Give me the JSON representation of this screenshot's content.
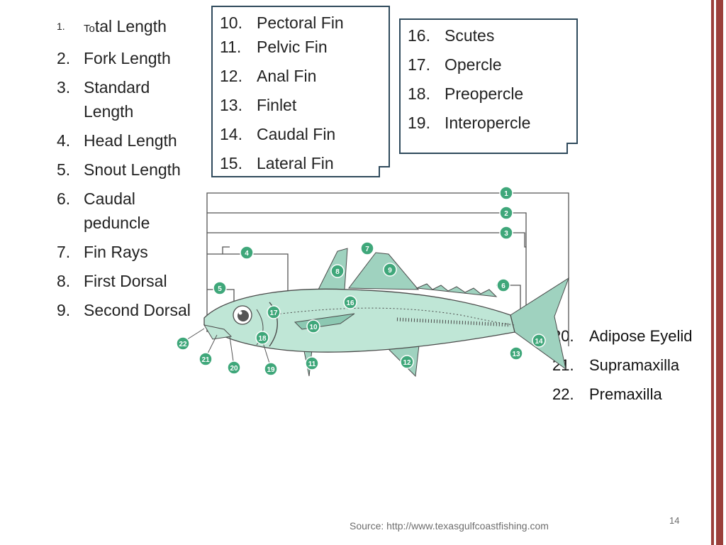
{
  "left_list": [
    {
      "num": "1.",
      "label_small": "To",
      "label": "tal Length"
    },
    {
      "num": "2.",
      "label": "Fork Length"
    },
    {
      "num": "3.",
      "label": "Standard Length"
    },
    {
      "num": "4.",
      "label": "Head Length"
    },
    {
      "num": "5.",
      "label": "Snout Length"
    },
    {
      "num": "6.",
      "label": "Caudal peduncle"
    },
    {
      "num": "7.",
      "label": "Fin Rays"
    },
    {
      "num": "8.",
      "label": "First Dorsal"
    },
    {
      "num": "9.",
      "label": "Second Dorsal"
    }
  ],
  "callout_fins": [
    {
      "num": "10.",
      "label": "Pectoral Fin"
    },
    {
      "num": "11.",
      "label": "Pelvic Fin"
    },
    {
      "num": "12.",
      "label": "Anal Fin"
    },
    {
      "num": "13.",
      "label": "Finlet"
    },
    {
      "num": "14.",
      "label": "Caudal Fin"
    },
    {
      "num": "15.",
      "label": "Lateral Fin"
    }
  ],
  "callout_head": [
    {
      "num": "16.",
      "label": "Scutes"
    },
    {
      "num": "17.",
      "label": "Opercle"
    },
    {
      "num": "18.",
      "label": "Preopercle"
    },
    {
      "num": "19.",
      "label": "Interopercle"
    }
  ],
  "right_list": [
    {
      "num": "20.",
      "label": "Adipose Eyelid"
    },
    {
      "num": "21.",
      "label": "Supramaxilla"
    },
    {
      "num": "22.",
      "label": "Premaxilla"
    }
  ],
  "diagram": {
    "markers": [
      "1",
      "2",
      "3",
      "4",
      "5",
      "6",
      "7",
      "8",
      "9",
      "10",
      "11",
      "12",
      "13",
      "14",
      "16",
      "17",
      "18",
      "19",
      "20",
      "21",
      "22"
    ],
    "colors": {
      "marker": "#3fa77a",
      "body": "#bfe6d6",
      "outline": "#4a4a4a",
      "fin": "#9fd2bf"
    }
  },
  "source": "Source: http://www.texasgulfcoastfishing.com",
  "page_number": "14",
  "colors": {
    "accent_stripe": "#9b3f3a",
    "callout_border": "#2f4a5c"
  }
}
